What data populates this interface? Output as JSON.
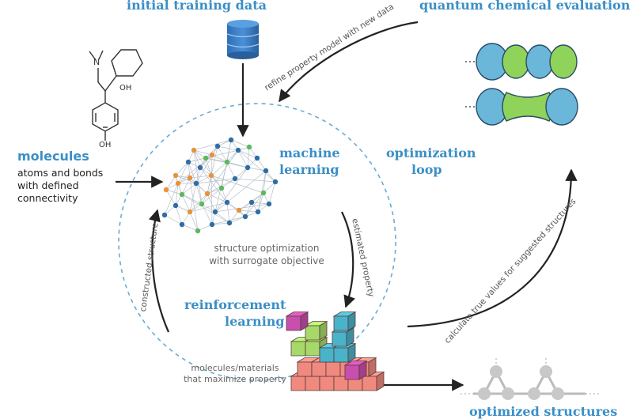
{
  "labels": {
    "initial_training_data": "initial training data",
    "quantum_chemical_evaluation": "quantum chemical evaluation",
    "refine_property_model": "refine property model with new data",
    "molecules": "molecules",
    "molecules_desc_1": "atoms and bonds",
    "molecules_desc_2": "with defined",
    "molecules_desc_3": "connectivity",
    "machine": "machine",
    "learning": "learning",
    "optimization": "optimization",
    "loop": "loop",
    "structure_opt_1": "structure optimization",
    "structure_opt_2": "with surrogate objective",
    "estimated_property": "estimated property",
    "constructed_structure": "constructed structure",
    "reinforcement": "reinforcement",
    "learning_rl": "learning",
    "calculate_true_values": "calculate true values for suggested structures",
    "maximize_1": "molecules/materials",
    "maximize_2": "that maximize property",
    "optimized_structures": "optimized structures"
  },
  "molecule_atoms": {
    "n": "N",
    "oh_top": "OH",
    "oh_bottom": "OH"
  },
  "colors": {
    "accent_blue": "#3b8fc6",
    "orbital_blue": "#6ab7d9",
    "orbital_green": "#8fd35a",
    "arrow": "#222222",
    "dashed_circle": "#6aaad4",
    "node_orange": "#e8923a",
    "node_green": "#5cb85c",
    "node_blue": "#2e6da4",
    "cube_pink": "#f08a7e",
    "cube_magenta": "#c94fae",
    "cube_green": "#a6d96a",
    "cube_teal": "#4ab3c9"
  }
}
